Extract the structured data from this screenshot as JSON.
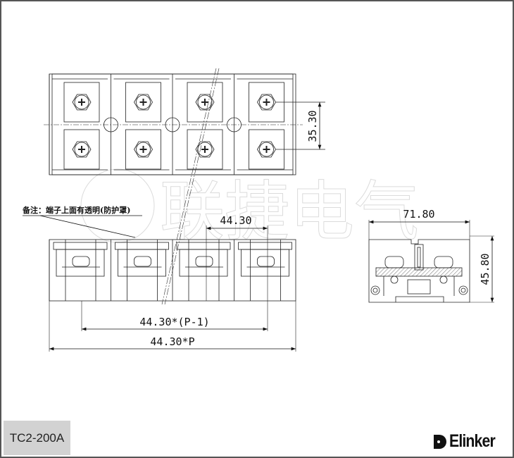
{
  "watermark": {
    "text": "联捷电气"
  },
  "top_view": {
    "dim_pole_spacing": "35.30"
  },
  "front_view": {
    "note": "备注：端子上面有透明(防护罩)",
    "dim_pitch": "44.30",
    "dim_span_pminus1": "44.30*(P-1)",
    "dim_total": "44.30*P"
  },
  "side_view": {
    "dim_width": "71.80",
    "dim_height": "45.80"
  },
  "footer": {
    "model": "TC2-200A",
    "brand": "Elinker"
  }
}
